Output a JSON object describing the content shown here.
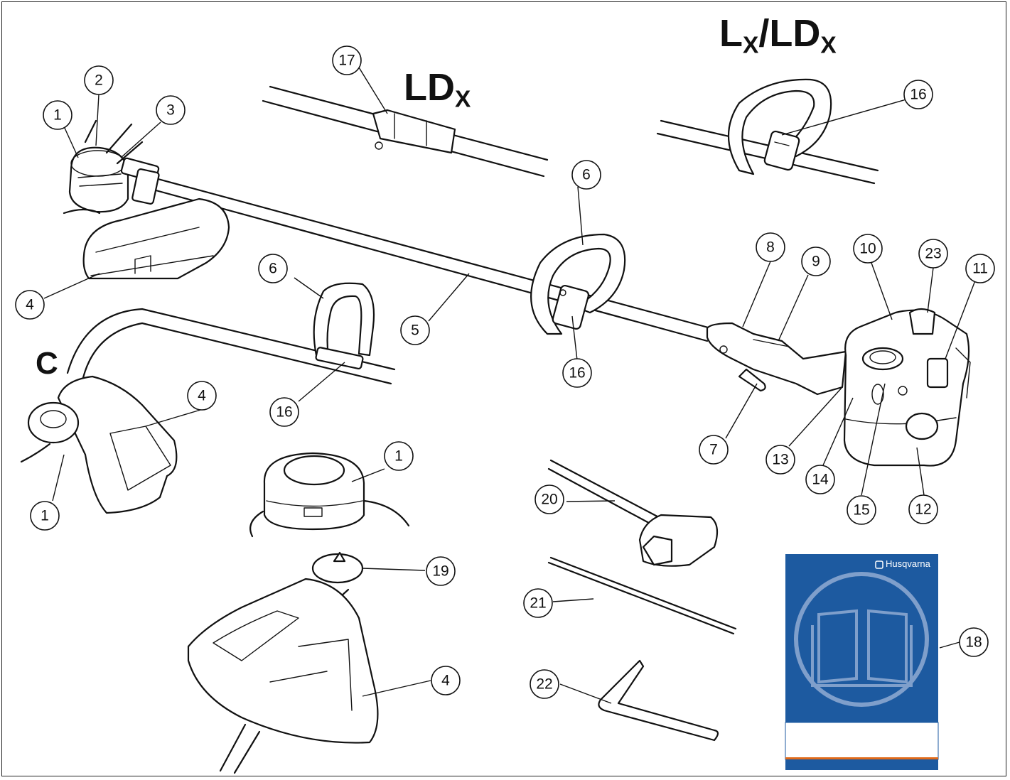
{
  "model_labels": {
    "ldx": {
      "main": "LD",
      "sub": "X"
    },
    "lx_ldx": {
      "main": "L",
      "sub": "X",
      "sep": "/LD",
      "sub2": "X"
    },
    "c": "C"
  },
  "manual": {
    "brand": "Husqvarna",
    "cover_color": "#1d5aa0",
    "stripe_color": "#e06a1a"
  },
  "callouts": [
    {
      "id": "c1a",
      "text": "1"
    },
    {
      "id": "c2",
      "text": "2"
    },
    {
      "id": "c3",
      "text": "3"
    },
    {
      "id": "c4a",
      "text": "4"
    },
    {
      "id": "c17",
      "text": "17"
    },
    {
      "id": "c16a",
      "text": "16"
    },
    {
      "id": "c6a",
      "text": "6"
    },
    {
      "id": "c6b",
      "text": "6"
    },
    {
      "id": "c5",
      "text": "5"
    },
    {
      "id": "c16b",
      "text": "16"
    },
    {
      "id": "c8",
      "text": "8"
    },
    {
      "id": "c9",
      "text": "9"
    },
    {
      "id": "c10",
      "text": "10"
    },
    {
      "id": "c23",
      "text": "23"
    },
    {
      "id": "c11",
      "text": "11"
    },
    {
      "id": "c4b",
      "text": "4"
    },
    {
      "id": "c16c",
      "text": "16"
    },
    {
      "id": "c7",
      "text": "7"
    },
    {
      "id": "c13",
      "text": "13"
    },
    {
      "id": "c14",
      "text": "14"
    },
    {
      "id": "c1b",
      "text": "1"
    },
    {
      "id": "c1c",
      "text": "1"
    },
    {
      "id": "c15",
      "text": "15"
    },
    {
      "id": "c12",
      "text": "12"
    },
    {
      "id": "c20",
      "text": "20"
    },
    {
      "id": "c19",
      "text": "19"
    },
    {
      "id": "c21",
      "text": "21"
    },
    {
      "id": "c18",
      "text": "18"
    },
    {
      "id": "c4c",
      "text": "4"
    },
    {
      "id": "c22",
      "text": "22"
    }
  ]
}
